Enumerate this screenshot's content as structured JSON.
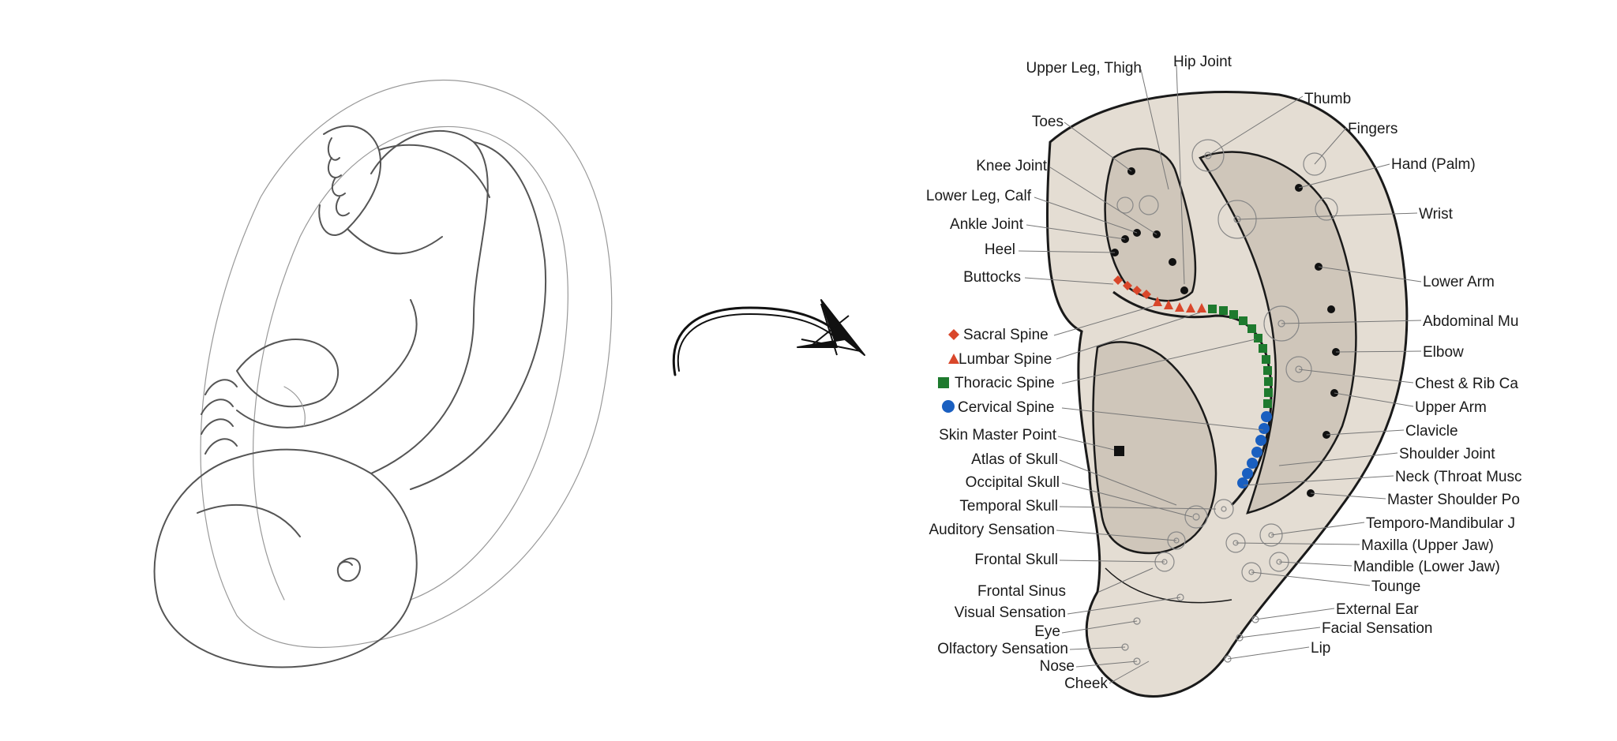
{
  "diagram": {
    "legend": [
      {
        "label": "Sacral Spine",
        "symbol": "diamond",
        "color": "#d9472b"
      },
      {
        "label": "Lumbar Spine",
        "symbol": "triangle",
        "color": "#d9472b"
      },
      {
        "label": "Thoracic Spine",
        "symbol": "square",
        "color": "#1e7a2e"
      },
      {
        "label": "Cervical Spine",
        "symbol": "circle",
        "color": "#1a5fc0"
      }
    ],
    "labels_left": [
      "Upper Leg, Thigh",
      "Toes",
      "Knee Joint",
      "Lower Leg, Calf",
      "Ankle Joint",
      "Heel",
      "Buttocks",
      "Skin Master Point",
      "Atlas of Skull",
      "Occipital Skull",
      "Temporal Skull",
      "Auditory Sensation",
      "Frontal Skull",
      "Frontal Sinus",
      "Visual Sensation",
      "Eye",
      "Olfactory Sensation",
      "Nose",
      "Cheek"
    ],
    "labels_right": [
      "Hip Joint",
      "Thumb",
      "Fingers",
      "Hand (Palm)",
      "Wrist",
      "Lower Arm",
      "Abdominal Mu",
      "Elbow",
      "Chest & Rib Ca",
      "Upper Arm",
      "Clavicle",
      "Shoulder Joint",
      "Neck (Throat Musc",
      "Master Shoulder Po",
      "Temporo-Mandibular J",
      "Maxilla (Upper Jaw)",
      "Mandible (Lower Jaw)",
      "Tounge",
      "External Ear",
      "Facial Sensation",
      "Lip"
    ],
    "colors": {
      "ear_fill": "#e4ddd3",
      "ear_inner": "#cfc6ba",
      "outline": "#1a1a1a",
      "sacral": "#d9472b",
      "thoracic": "#1e7a2e",
      "cervical": "#1a5fc0"
    },
    "icons": [
      "fetus-sketch",
      "curved-arrow-icon",
      "ear-map"
    ]
  }
}
